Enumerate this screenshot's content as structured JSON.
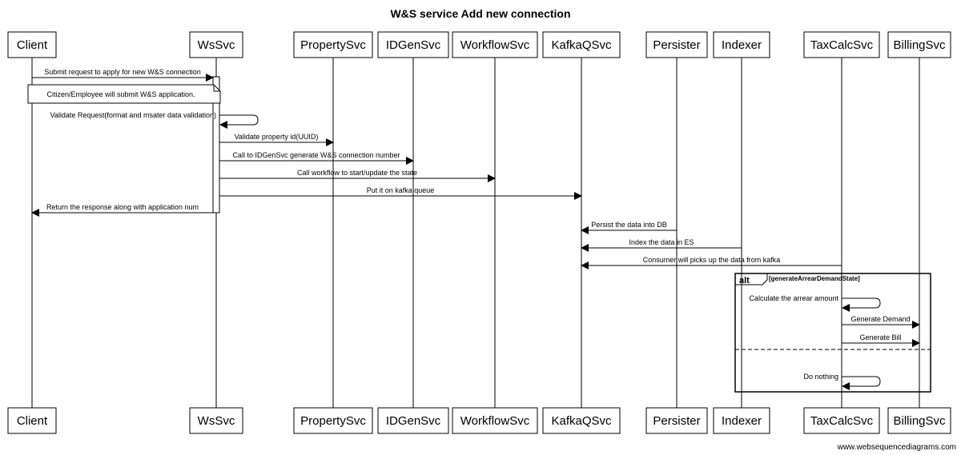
{
  "diagram": {
    "title": "W&S service Add new connection",
    "footer": "www.websequencediagrams.com",
    "participants": [
      {
        "id": "client",
        "label": "Client"
      },
      {
        "id": "ws",
        "label": "WsSvc"
      },
      {
        "id": "prop",
        "label": "PropertySvc"
      },
      {
        "id": "idgen",
        "label": "IDGenSvc"
      },
      {
        "id": "wf",
        "label": "WorkflowSvc"
      },
      {
        "id": "kafka",
        "label": "KafkaQSvc"
      },
      {
        "id": "pers",
        "label": "Persister"
      },
      {
        "id": "idx",
        "label": "Indexer"
      },
      {
        "id": "tax",
        "label": "TaxCalcSvc"
      },
      {
        "id": "bill",
        "label": "BillingSvc"
      }
    ],
    "messages": [
      {
        "from": "client",
        "to": "ws",
        "label": "Submit request to apply for new W&S connection"
      },
      {
        "from": "ws",
        "to": "ws",
        "label": "Validate Request(format and msater data validation)"
      },
      {
        "from": "ws",
        "to": "prop",
        "label": "Validate property id(UUID)"
      },
      {
        "from": "ws",
        "to": "idgen",
        "label": "Call to IDGenSvc generate W&S connection number"
      },
      {
        "from": "ws",
        "to": "wf",
        "label": "Call workflow to start/update the state"
      },
      {
        "from": "ws",
        "to": "kafka",
        "label": "Put it on kafka queue"
      },
      {
        "from": "ws",
        "to": "client",
        "label": "Return the response along with application num"
      },
      {
        "from": "pers",
        "to": "kafka",
        "label": "Persist the data into DB"
      },
      {
        "from": "idx",
        "to": "kafka",
        "label": "Index the data in ES"
      },
      {
        "from": "tax",
        "to": "kafka",
        "label": "Consumer will picks up the data from kafka"
      },
      {
        "from": "tax",
        "to": "tax",
        "label": "Calculate the arrear amount"
      },
      {
        "from": "tax",
        "to": "bill",
        "label": "Generate Demand"
      },
      {
        "from": "tax",
        "to": "bill",
        "label": "Generate Bill"
      },
      {
        "from": "tax",
        "to": "tax",
        "label": "Do nothing"
      }
    ],
    "note": {
      "label": "Citizen/Employee  will submit W&S application."
    },
    "alt": {
      "keyword": "alt",
      "condition": "[generateArrearDemandState]"
    }
  }
}
